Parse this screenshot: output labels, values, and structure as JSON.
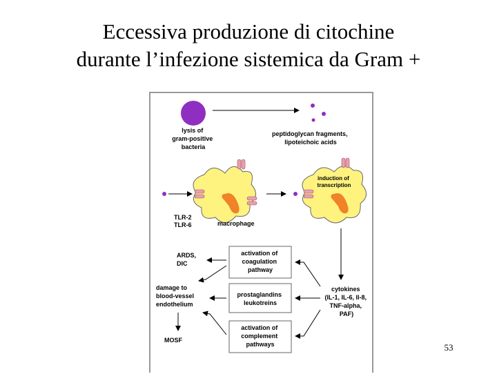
{
  "title": {
    "line1": "Eccessiva produzione di citochine",
    "line2": "durante l’infezione sistemica da Gram +"
  },
  "diagram": {
    "lysis": [
      "lysis of",
      "gram-positive",
      "bacteria"
    ],
    "fragments": [
      "peptidoglycan fragments,",
      "lipoteichoic acids"
    ],
    "induction": [
      "induction of",
      "transcription"
    ],
    "tlr": [
      "TLR-2",
      "TLR-6"
    ],
    "macrophage": "macrophage",
    "ards": [
      "ARDS,",
      "DIC"
    ],
    "damage": [
      "damage to",
      "blood-vessel",
      "endothelium"
    ],
    "mosf": "MOSF",
    "coagulation": [
      "activation of",
      "coagulation",
      "pathway"
    ],
    "prostaglandins": [
      "prostaglandins",
      "leukotreins"
    ],
    "complement": [
      "activation of",
      "complement",
      "pathways"
    ],
    "cytokines": [
      "cytokines",
      "(IL-1, IL-6, Il-8,",
      "TNF-alpha,",
      "PAF)"
    ]
  },
  "colors": {
    "bacterium": "#8e2fc2",
    "macrophage": "#fff380",
    "nucleus": "#f08228",
    "receptor": "#e8a0b0"
  },
  "page_number": "53"
}
